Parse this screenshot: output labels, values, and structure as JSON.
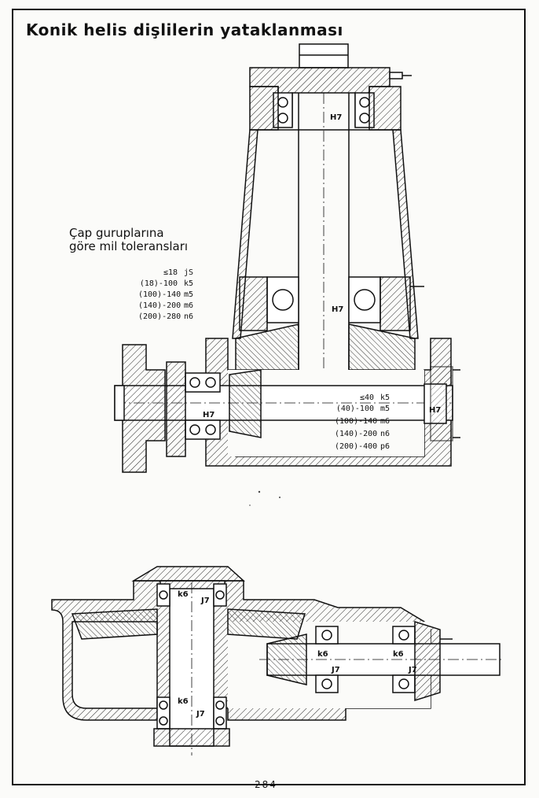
{
  "title": "Konik helis dişlilerin yataklanması",
  "shaft_tolerance_heading": [
    "Çap guruplarına",
    "göre mil toleransları"
  ],
  "shaft_tolerances_upper": [
    {
      "diameter": "≤18",
      "fit": "jS"
    },
    {
      "diameter": "(18)-100",
      "fit": "k5"
    },
    {
      "diameter": "(100)-140",
      "fit": "m5"
    },
    {
      "diameter": "(140)-200",
      "fit": "m6"
    },
    {
      "diameter": "(200)-280",
      "fit": "n6"
    }
  ],
  "shaft_tolerances_lower": [
    {
      "diameter": "≤40",
      "fit": "k5"
    },
    {
      "diameter": "(40)-100",
      "fit": "m5"
    },
    {
      "diameter": "(100)-140",
      "fit": "m6"
    },
    {
      "diameter": "(140)-200",
      "fit": "n6"
    },
    {
      "diameter": "(200)-400",
      "fit": "p6"
    }
  ],
  "fit_marks": {
    "top_h7_a": "H7",
    "top_h7_b": "H7",
    "top_h7_c": "H7",
    "top_h7_d": "H7",
    "bottom_k6_a": "k6",
    "bottom_j7_a": "J7",
    "bottom_k6_b": "k6",
    "bottom_j7_b": "J7",
    "bottom_k6_c": "k6",
    "bottom_j7_c": "J7",
    "bottom_k6_d": "k6",
    "bottom_j7_d": "J7"
  },
  "page_number": "284"
}
